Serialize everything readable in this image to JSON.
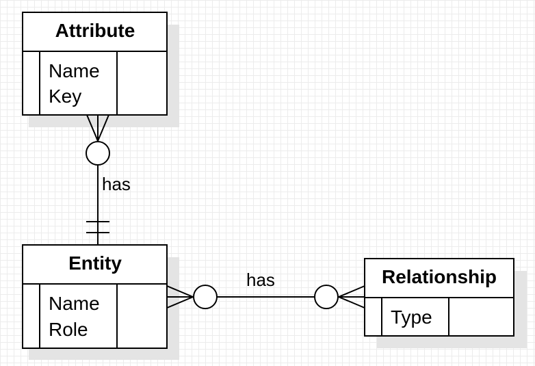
{
  "entities": {
    "attribute": {
      "title": "Attribute",
      "fields": [
        "Name",
        "Key"
      ]
    },
    "entity": {
      "title": "Entity",
      "fields": [
        "Name",
        "Role"
      ]
    },
    "relationship": {
      "title": "Relationship",
      "fields": [
        "Type"
      ]
    }
  },
  "relations": {
    "attribute_entity": {
      "label": "has",
      "attribute_end": "zero-or-many",
      "entity_end": "exactly-one"
    },
    "entity_relationship": {
      "label": "has",
      "entity_end": "zero-or-many",
      "relationship_end": "zero-or-many"
    }
  }
}
